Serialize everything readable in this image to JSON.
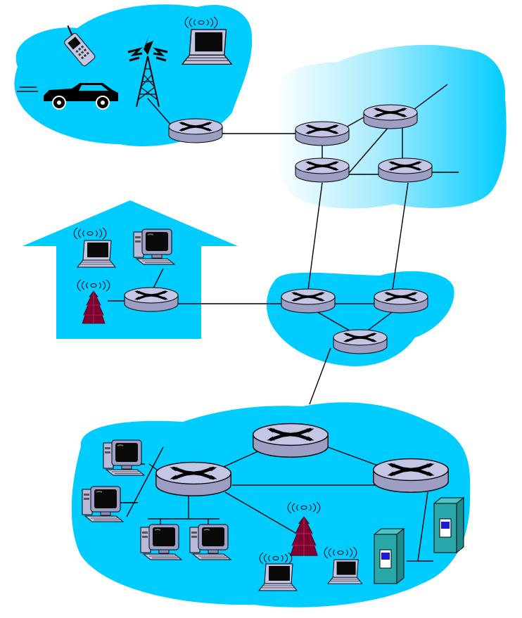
{
  "diagram": {
    "type": "network-topology",
    "colors": {
      "cloud": "#00ccff",
      "cloud_light": "#bdf0ff",
      "house": "#00ccff",
      "router_top": "#c4c6e6",
      "router_side": "#9c9ec4",
      "link": "#000000",
      "tower": "#800030",
      "server": "#2aa7a8",
      "server_screen": "#1b1bd8",
      "monitor_case": "#9fa0c8",
      "monitor_screen": "#0a0a0a"
    },
    "regions": [
      {
        "id": "mobile-network",
        "icon": "cloud"
      },
      {
        "id": "isp-network",
        "icon": "cloud-gradient"
      },
      {
        "id": "home-network",
        "icon": "house"
      },
      {
        "id": "regional-network",
        "icon": "cloud"
      },
      {
        "id": "enterprise-network",
        "icon": "cloud"
      }
    ],
    "routers": [
      {
        "id": "r-mobile",
        "region": "mobile-network"
      },
      {
        "id": "r-isp-1",
        "region": "isp-network"
      },
      {
        "id": "r-isp-2",
        "region": "isp-network"
      },
      {
        "id": "r-isp-3",
        "region": "isp-network"
      },
      {
        "id": "r-isp-4",
        "region": "isp-network"
      },
      {
        "id": "r-home",
        "region": "home-network"
      },
      {
        "id": "r-reg-1",
        "region": "regional-network"
      },
      {
        "id": "r-reg-2",
        "region": "regional-network"
      },
      {
        "id": "r-reg-3",
        "region": "regional-network"
      },
      {
        "id": "r-ent-1",
        "region": "enterprise-network"
      },
      {
        "id": "r-ent-2",
        "region": "enterprise-network"
      },
      {
        "id": "r-ent-3",
        "region": "enterprise-network"
      }
    ],
    "hosts": [
      {
        "id": "cell-phone",
        "icon": "cell-phone-icon"
      },
      {
        "id": "car",
        "icon": "car-icon"
      },
      {
        "id": "cell-tower",
        "icon": "cell-tower-icon"
      },
      {
        "id": "laptop-mobile",
        "icon": "laptop-icon"
      },
      {
        "id": "laptop-home",
        "icon": "laptop-icon"
      },
      {
        "id": "desktop-home",
        "icon": "desktop-icon"
      },
      {
        "id": "wifi-ap-home",
        "icon": "wireless-ap-icon"
      },
      {
        "id": "desktop-ent-1",
        "icon": "desktop-icon"
      },
      {
        "id": "desktop-ent-2",
        "icon": "desktop-icon"
      },
      {
        "id": "desktop-ent-3",
        "icon": "desktop-icon"
      },
      {
        "id": "desktop-ent-4",
        "icon": "desktop-icon"
      },
      {
        "id": "wifi-ap-ent",
        "icon": "wireless-ap-icon"
      },
      {
        "id": "laptop-ent-1",
        "icon": "laptop-icon"
      },
      {
        "id": "laptop-ent-2",
        "icon": "laptop-icon"
      },
      {
        "id": "server-1",
        "icon": "server-icon"
      },
      {
        "id": "server-2",
        "icon": "server-icon"
      }
    ]
  }
}
